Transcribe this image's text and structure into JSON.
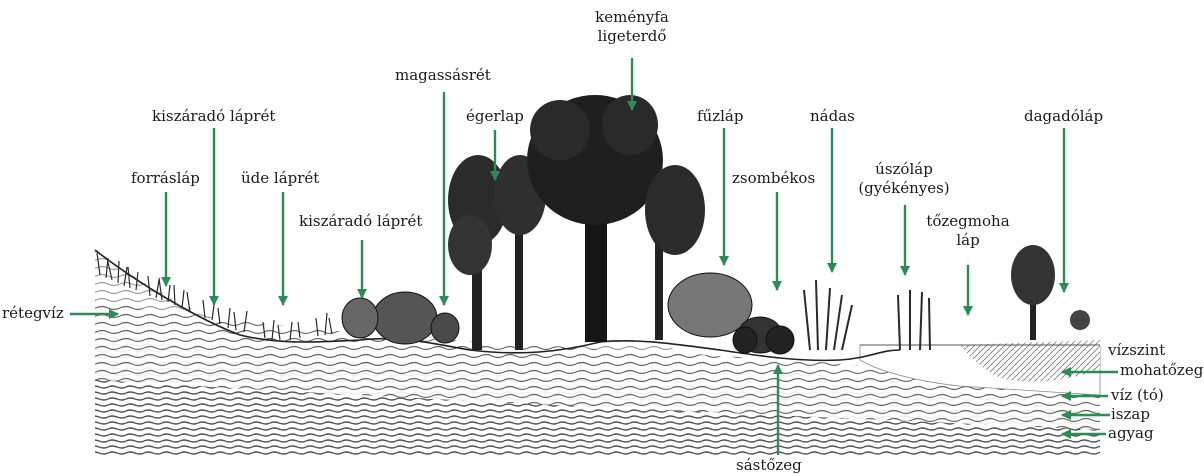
{
  "colors": {
    "arrow": "#2e8b57",
    "ink": "#1a1a1a",
    "ground": "#4a4a4a",
    "background": "#ffffff"
  },
  "labels": {
    "kemenyfa_1": "keményfa",
    "kemenyfa_2": "ligeterdő",
    "magassasret": "magassásrét",
    "kiszarado_lapret_top": "kiszáradó láprét",
    "egerlap": "égerlap",
    "fuzlap": "fűzláp",
    "nadas": "nádas",
    "dagadolap": "dagadóláp",
    "forraslap": "forrásláp",
    "ude_lapret": "üde láprét",
    "zsombekos": "zsombékos",
    "uszolap_1": "úszóláp",
    "uszolap_2": "(gyékényes)",
    "kiszarado_lapret_mid": "kiszáradó láprét",
    "tozegmoha_1": "tőzegmoha",
    "tozegmoha_2": "láp",
    "retegviz": "rétegvíz",
    "vizszint": "vízszint",
    "mohatozeg": "mohatőzeg",
    "viz_to": "víz (tó)",
    "iszap": "iszap",
    "agyag": "agyag",
    "sastozeg": "sástőzeg"
  }
}
